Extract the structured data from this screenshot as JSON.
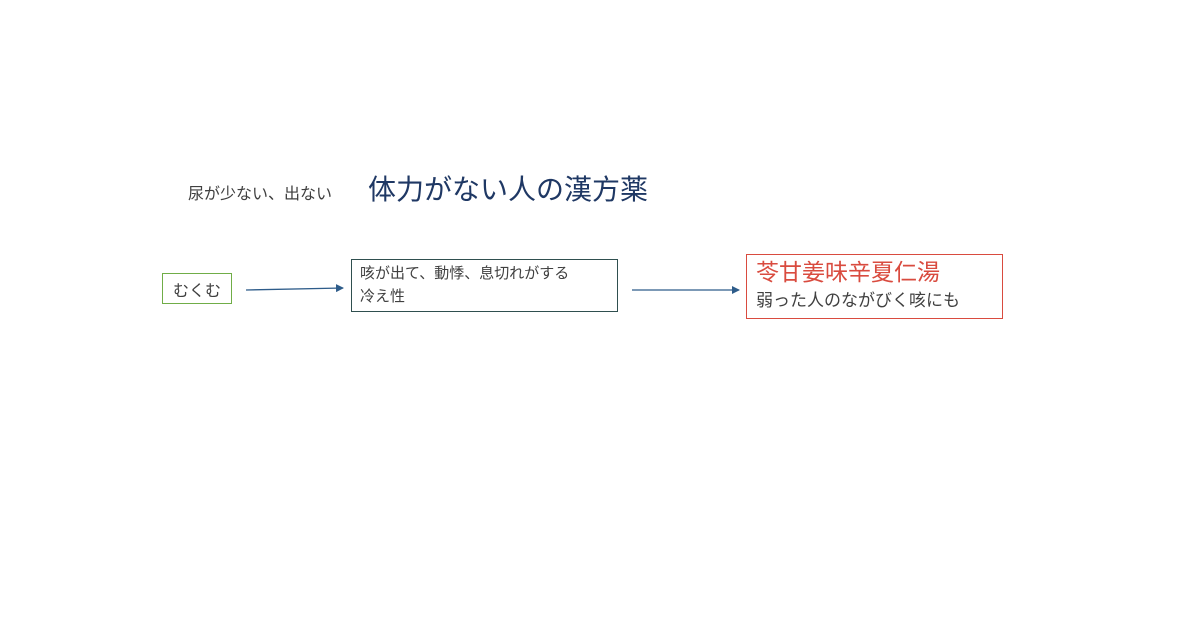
{
  "header": {
    "subtitle": "尿が少ない、出ない",
    "title": "体力がない人の漢方薬"
  },
  "flow": {
    "symptom": "むくむ",
    "condition": {
      "line1": "咳が出て、動悸、息切れがする",
      "line2": "冷え性"
    },
    "remedy": {
      "name": "苓甘姜味辛夏仁湯",
      "description": "弱った人のながびく咳にも"
    }
  },
  "colors": {
    "title": "#1f3864",
    "symptom_border": "#70ad47",
    "condition_border": "#2f4f4f",
    "remedy_border": "#d94b3f",
    "remedy_name": "#d94b3f",
    "arrow": "#2e5c8a"
  }
}
